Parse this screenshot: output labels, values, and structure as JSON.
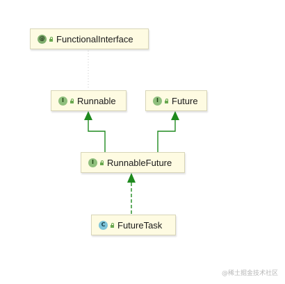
{
  "diagram": {
    "colors": {
      "node_fill": "#fefbe2",
      "node_border": "#d8d5b8",
      "edge_extends": "#1e8a1e",
      "edge_annotation": "#c8c8c8",
      "interface_badge": "#8fbf7d",
      "class_badge": "#7ec4d9"
    },
    "nodes": {
      "functional_interface": {
        "label": "FunctionalInterface",
        "kind": "annotation",
        "badge": "@",
        "icon": "annotation-icon"
      },
      "runnable": {
        "label": "Runnable",
        "kind": "interface",
        "badge": "I",
        "icon": "interface-icon"
      },
      "future": {
        "label": "Future",
        "kind": "interface",
        "badge": "I",
        "icon": "interface-icon"
      },
      "runnable_future": {
        "label": "RunnableFuture",
        "kind": "interface",
        "badge": "I",
        "icon": "interface-icon"
      },
      "future_task": {
        "label": "FutureTask",
        "kind": "class",
        "badge": "C",
        "icon": "class-icon"
      }
    },
    "edges": [
      {
        "from": "runnable",
        "to": "functional_interface",
        "style": "dotted",
        "relation": "annotated-by"
      },
      {
        "from": "runnable_future",
        "to": "runnable",
        "style": "solid",
        "relation": "extends"
      },
      {
        "from": "runnable_future",
        "to": "future",
        "style": "solid",
        "relation": "extends"
      },
      {
        "from": "future_task",
        "to": "runnable_future",
        "style": "dashed",
        "relation": "implements"
      }
    ]
  },
  "watermark": {
    "text": "@稀土掘金技术社区"
  }
}
